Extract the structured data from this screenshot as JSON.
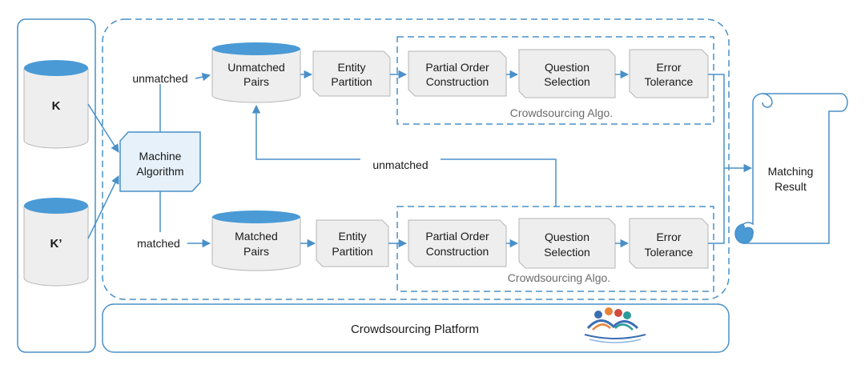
{
  "sources": {
    "k": "K",
    "k_prime": "K’"
  },
  "machine": {
    "line1": "Machine",
    "line2": "Algorithm"
  },
  "edges": {
    "unmatched_top": "unmatched",
    "unmatched_feedback": "unmatched",
    "matched": "matched"
  },
  "top_row": {
    "store": {
      "line1": "Unmatched",
      "line2": "Pairs"
    },
    "entity": {
      "line1": "Entity",
      "line2": "Partition"
    },
    "partial": {
      "line1": "Partial Order",
      "line2": "Construction"
    },
    "question": {
      "line1": "Question",
      "line2": "Selection"
    },
    "error": {
      "line1": "Error",
      "line2": "Tolerance"
    },
    "algo_label": "Crowdsourcing Algo."
  },
  "bottom_row": {
    "store": {
      "line1": "Matched",
      "line2": "Pairs"
    },
    "entity": {
      "line1": "Entity",
      "line2": "Partition"
    },
    "partial": {
      "line1": "Partial Order",
      "line2": "Construction"
    },
    "question": {
      "line1": "Question",
      "line2": "Selection"
    },
    "error": {
      "line1": "Error",
      "line2": "Tolerance"
    },
    "algo_label": "Crowdsourcing Algo."
  },
  "result": {
    "line1": "Matching",
    "line2": "Result"
  },
  "platform": {
    "label": "Crowdsourcing Platform"
  },
  "colors": {
    "stroke": "#4a90c8",
    "cylinder_top": "#4a9ad6",
    "box_fill": "#eeeeee",
    "machine_fill": "#e6f1fa",
    "logo_blue": "#3b6fb4",
    "logo_orange": "#e8843a",
    "logo_red": "#d24a3e",
    "logo_teal": "#2a9a9a"
  }
}
